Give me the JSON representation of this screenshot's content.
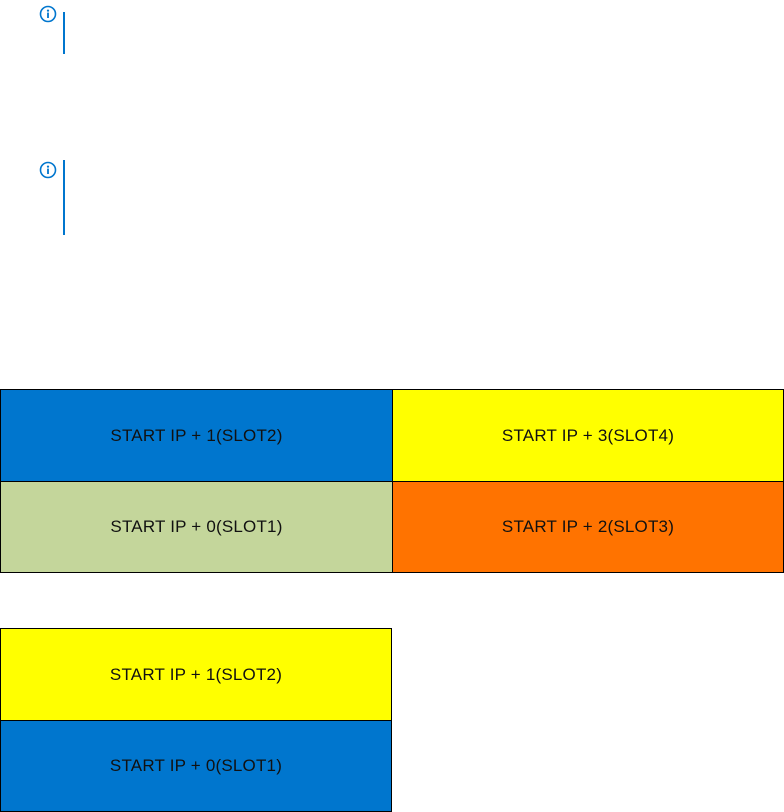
{
  "notes": [
    {
      "icon": "info-icon"
    },
    {
      "icon": "info-icon"
    }
  ],
  "colors": {
    "blue": "#0076ce",
    "yellow": "#ffff00",
    "sage": "#c4d69b",
    "orange": "#ff7300",
    "border": "#000000"
  },
  "diagram_four_slots": {
    "top_left": "START IP + 1(SLOT2)",
    "top_right": "START IP + 3(SLOT4)",
    "bottom_left": "START IP + 0(SLOT1)",
    "bottom_right": "START IP + 2(SLOT3)"
  },
  "diagram_two_slots": {
    "top": "START IP + 1(SLOT2)",
    "bottom": "START IP + 0(SLOT1)"
  }
}
